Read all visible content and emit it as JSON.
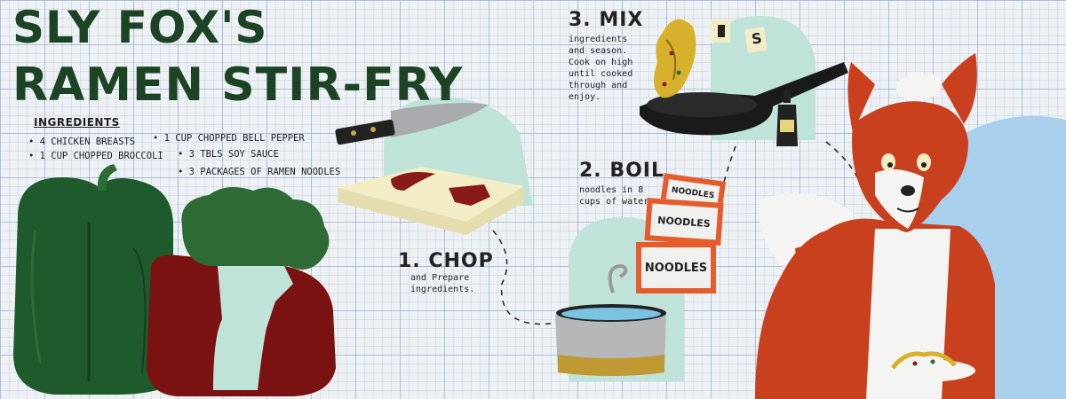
{
  "title": {
    "line1": "SLY FOX'S",
    "line2": "RAMEN STIR-FRY"
  },
  "ingredients": {
    "heading": "INGREDIENTS",
    "items": [
      "• 4 Chicken Breasts",
      "• 1 Cup Chopped Bell Pepper",
      "• 1 Cup Chopped Broccoli",
      "• 3 Tbls Soy Sauce",
      "• 3 Packages of Ramen Noodles"
    ]
  },
  "steps": [
    {
      "title": "1. CHOP",
      "text": "and Prepare ingredients."
    },
    {
      "title": "2. BOIL",
      "text": "noodles in 8 cups of water"
    },
    {
      "title": "3. MIX",
      "text": "ingredients and season. Cook on high until cooked through and enjoy."
    }
  ],
  "packages": [
    "NOODLES",
    "NOODLES",
    "NOODLES"
  ],
  "shakers": {
    "salt": "S"
  },
  "colors": {
    "title_green": "#1c4424",
    "pepper_green": "#1e5a2c",
    "pepper_red": "#7a1212",
    "broccoli_green": "#2e6a34",
    "fox_orange": "#c8401e",
    "mint": "#bfe3d8",
    "sky_blue": "#a8d0ec",
    "package_orange": "#e45c2c"
  }
}
